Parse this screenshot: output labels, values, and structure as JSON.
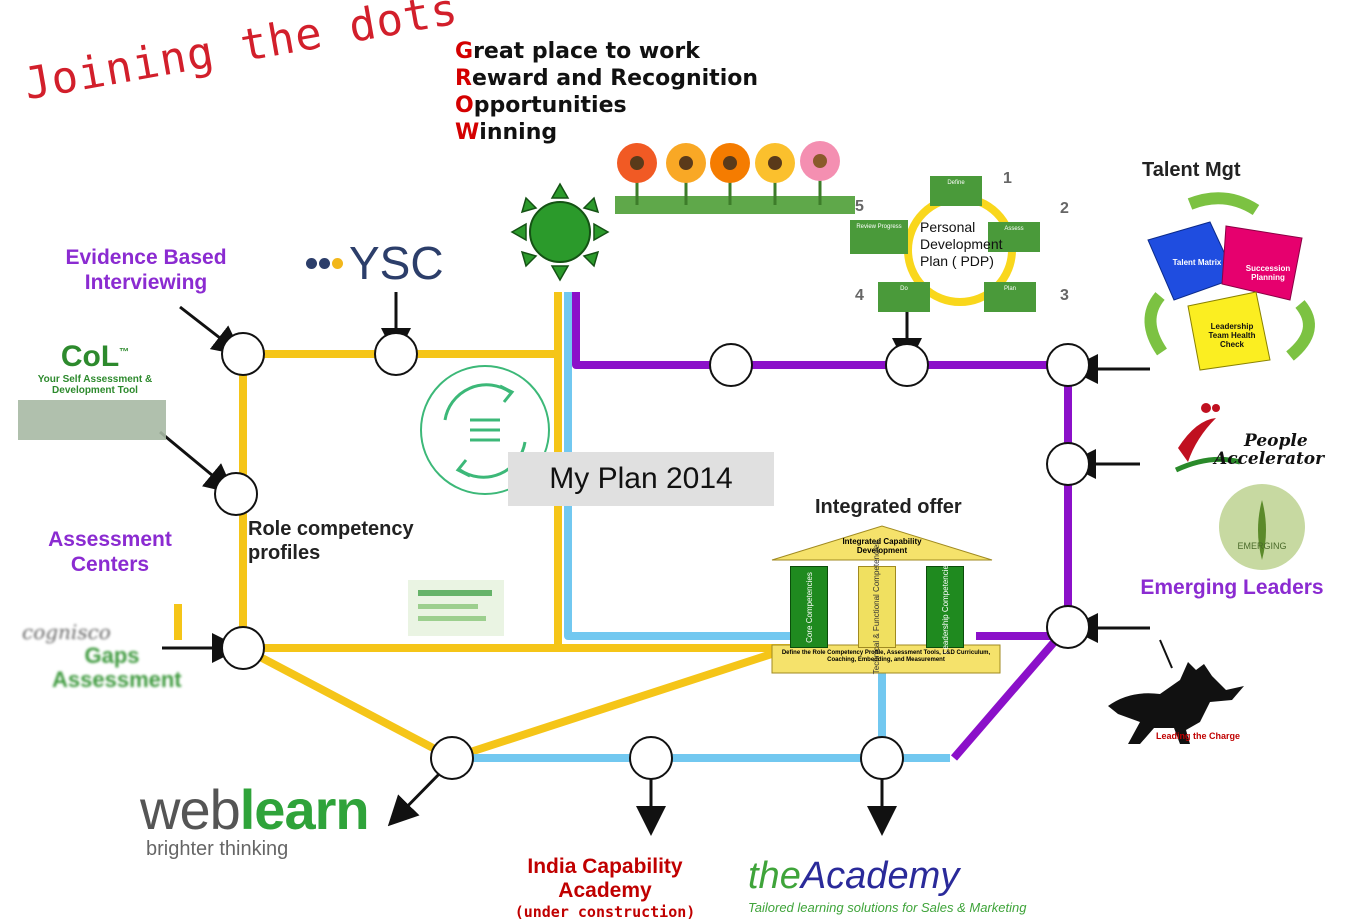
{
  "logo_text": "Joining the dots",
  "grow": [
    {
      "cap": "G",
      "rest": "reat place to work"
    },
    {
      "cap": "R",
      "rest": "eward and Recognition"
    },
    {
      "cap": "O",
      "rest": "pportunities"
    },
    {
      "cap": "W",
      "rest": "inning"
    }
  ],
  "labels": {
    "evidence": "Evidence Based Interviewing",
    "ysc": "YSC",
    "col_title": "CoL",
    "col_tm": "™",
    "col_subtitle": "Your Self Assessment & Development Tool",
    "assessment": "Assessment Centers",
    "role": "Role competency profiles",
    "gaps": "Gaps Assessment",
    "gaps_logo": "cognisco",
    "myplan": "My Plan 2014",
    "integrated": "Integrated offer",
    "talent": "Talent Mgt",
    "pdp": "Personal Development Plan ( PDP)",
    "people_accel_1": "People",
    "people_accel_2": "Accelerator",
    "emerging_badge": "EMERGING",
    "emerging": "Emerging Leaders",
    "leading": "Leading the Charge",
    "weblearn_a": "web",
    "weblearn_b": "learn",
    "weblearn_sub": "brighter thinking",
    "india_1": "India Capability",
    "india_2": "Academy",
    "india_3": "(under construction)",
    "academy_a": "the",
    "academy_b": "Academy",
    "academy_sub": "Tailored learning solutions for Sales & Marketing"
  },
  "temple": {
    "roof": "Integrated Capability Development",
    "pillars": [
      "Core Competencies",
      "Technical & Functional Competencies",
      "Leadership Competencies"
    ],
    "base": "Define the Role Competency Profile, Assessment Tools, L&D Curriculum, Coaching, Embedding, and Measurement"
  },
  "talent_pieces": [
    "Talent Matrix",
    "Succession Planning",
    "Leadership Team Health Check"
  ],
  "pdp_steps": [
    "1",
    "2",
    "3",
    "4",
    "5"
  ],
  "pdp_step_labels": [
    "Define",
    "Assess",
    "Plan",
    "Do",
    "Review Progress"
  ],
  "colors": {
    "yellow_line": "#f5c518",
    "blue_line": "#72c8f0",
    "purple_line": "#8b10c9",
    "purple_text": "#8b2bd1",
    "red_text": "#c00000",
    "green": "#3fa43a"
  }
}
